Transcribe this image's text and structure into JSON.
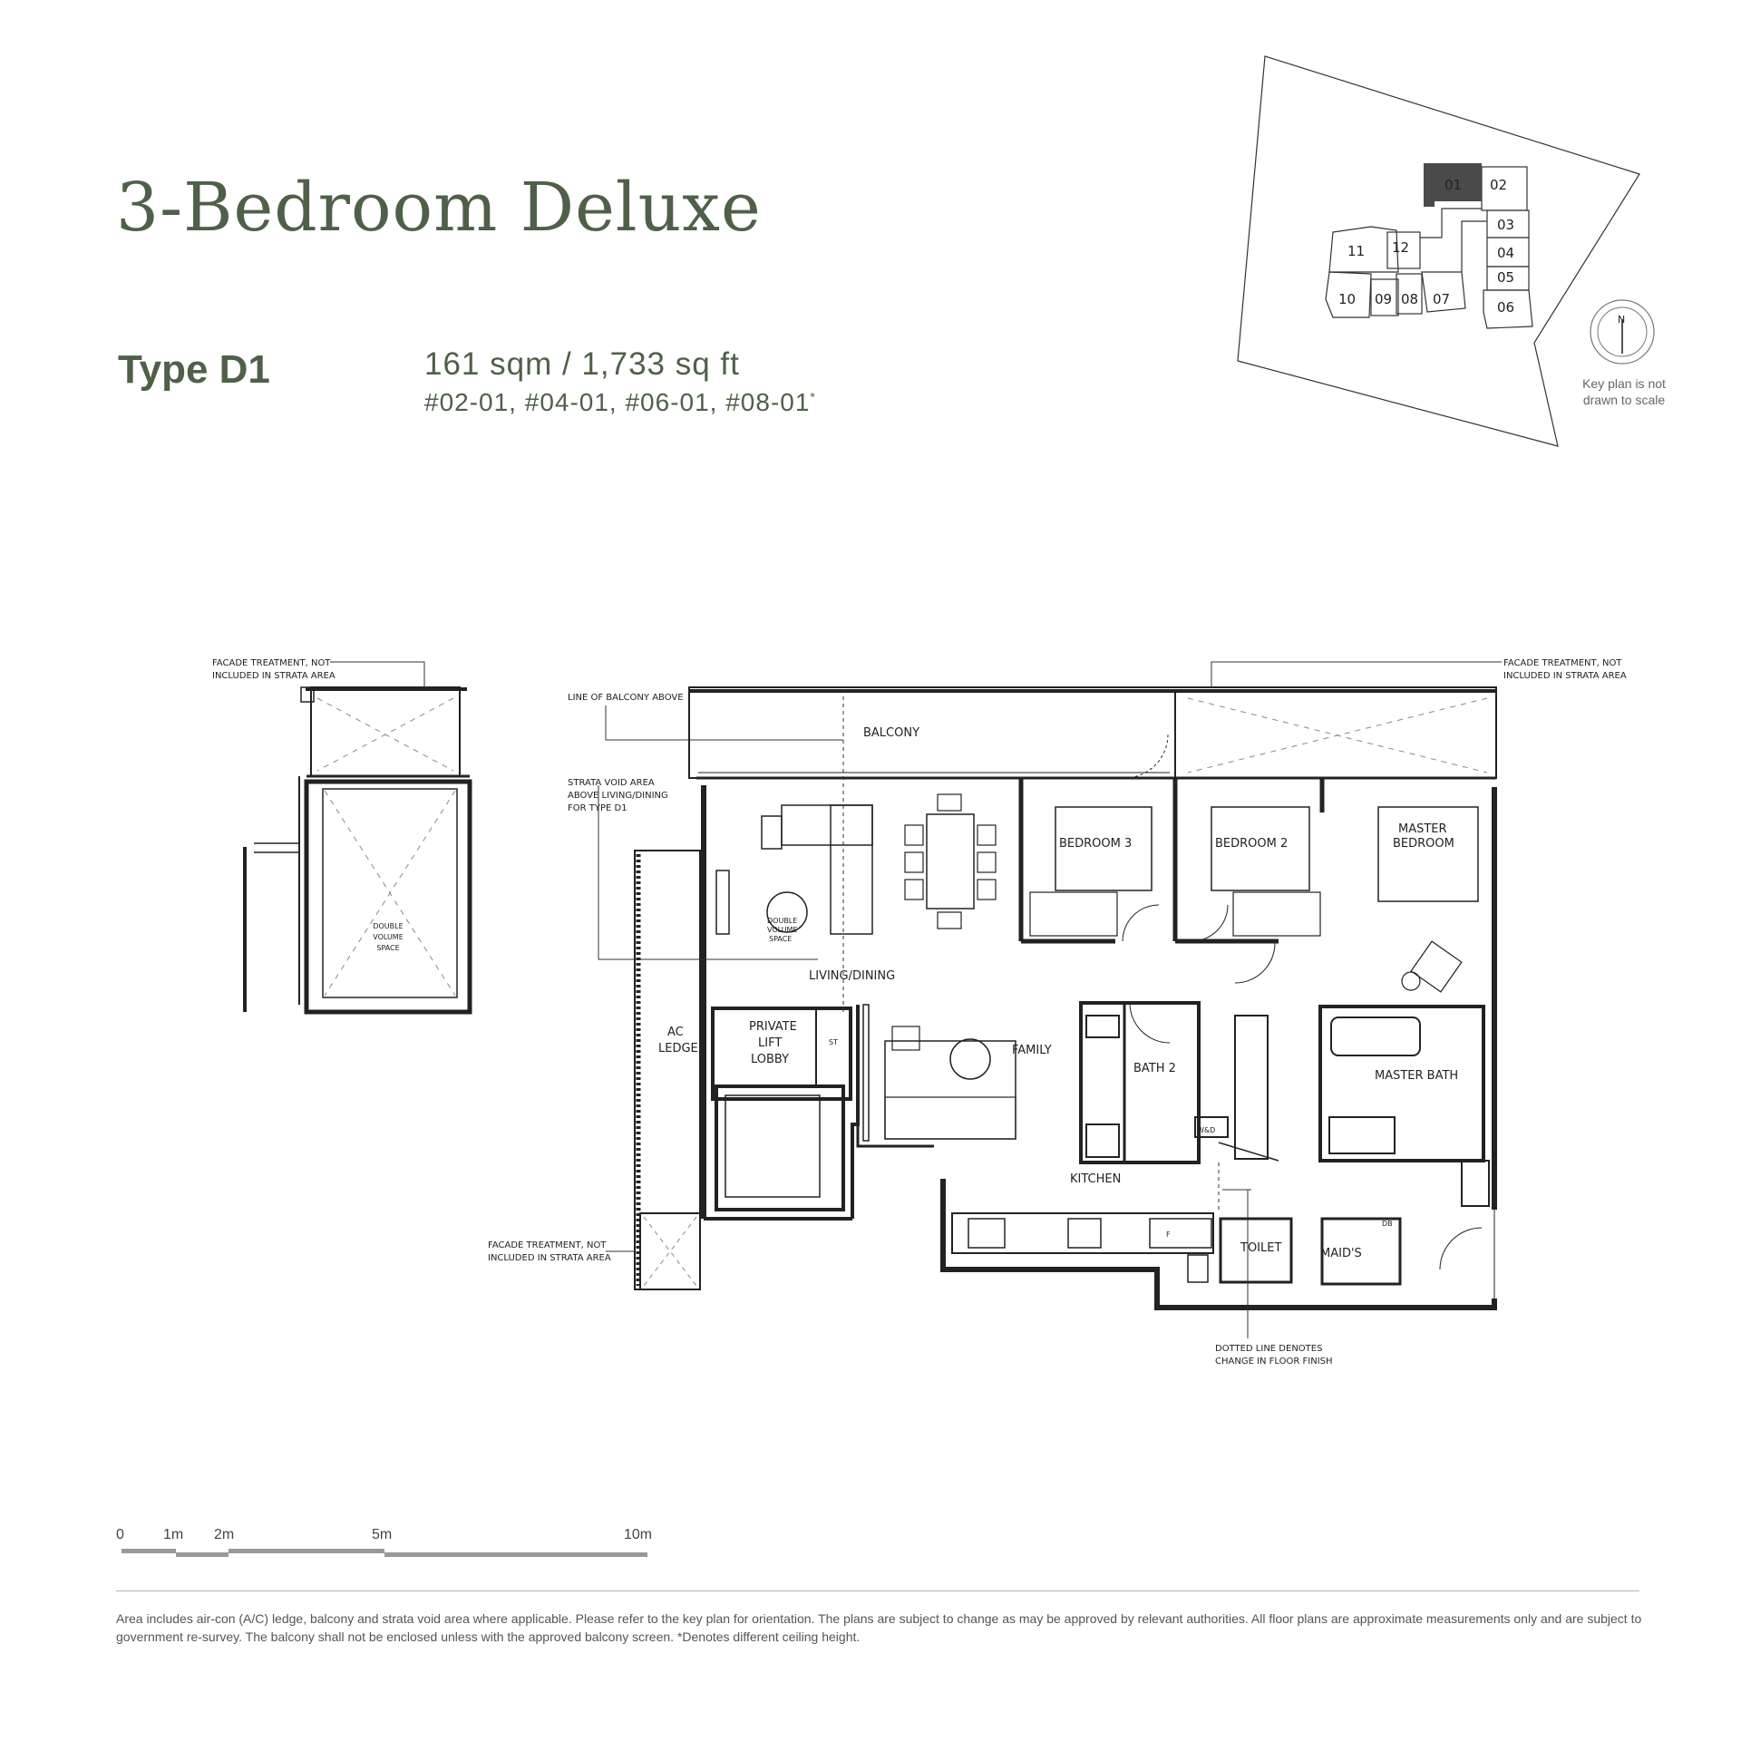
{
  "header": {
    "title": "3-Bedroom Deluxe",
    "type_label": "Type D1",
    "area": "161 sqm / 1,733 sq ft",
    "units": "#02-01, #04-01, #06-01, #08-01",
    "units_mark": "*"
  },
  "key_plan": {
    "highlighted_unit": "01",
    "units": [
      "01",
      "02",
      "03",
      "04",
      "05",
      "06",
      "07",
      "08",
      "09",
      "10",
      "11",
      "12"
    ],
    "compass_label": "N",
    "note": "Key plan is not drawn to scale"
  },
  "rooms": {
    "balcony": "BALCONY",
    "bedroom3": "BEDROOM 3",
    "bedroom2": "BEDROOM 2",
    "master_bedroom_1": "MASTER",
    "master_bedroom_2": "BEDROOM",
    "living_dining": "LIVING/DINING",
    "double_volume_1": "DOUBLE",
    "double_volume_2": "VOLUME",
    "double_volume_3": "SPACE",
    "family": "FAMILY",
    "private_lift_1": "PRIVATE",
    "private_lift_2": "LIFT",
    "private_lift_3": "LOBBY",
    "st": "ST",
    "ac_ledge_1": "AC",
    "ac_ledge_2": "LEDGE",
    "bath2": "BATH 2",
    "master_bath": "MASTER BATH",
    "kitchen": "KITCHEN",
    "toilet": "TOILET",
    "maids": "MAID'S",
    "wd": "W&D",
    "fridge": "F",
    "db": "DB"
  },
  "annotations": {
    "facade_left_1": "FACADE TREATMENT, NOT",
    "facade_left_2": "INCLUDED IN STRATA AREA",
    "facade_right_1": "FACADE TREATMENT, NOT",
    "facade_right_2": "INCLUDED IN STRATA AREA",
    "facade_bottom_1": "FACADE TREATMENT, NOT",
    "facade_bottom_2": "INCLUDED IN STRATA AREA",
    "balcony_above": "LINE OF BALCONY ABOVE",
    "strata_void_1": "STRATA VOID AREA",
    "strata_void_2": "ABOVE LIVING/DINING",
    "strata_void_3": "FOR TYPE D1",
    "dotted_1": "DOTTED LINE DENOTES",
    "dotted_2": "CHANGE IN FLOOR FINISH"
  },
  "scale_bar": {
    "labels": [
      "0",
      "1m",
      "2m",
      "5m",
      "10m"
    ]
  },
  "footer": {
    "text": "Area includes air-con (A/C) ledge, balcony and strata void area where applicable. Please refer to the key plan for orientation. The plans are subject to change as may be approved by relevant authorities. All floor plans are approximate measurements only and are subject to government re-survey. The balcony shall not be enclosed unless with the approved balcony screen. *Denotes different ceiling height."
  },
  "colors": {
    "brand_green": "#4f6048",
    "highlight_unit": "#4a4a4a",
    "wall": "#222222",
    "scale_bar": "#999999"
  }
}
